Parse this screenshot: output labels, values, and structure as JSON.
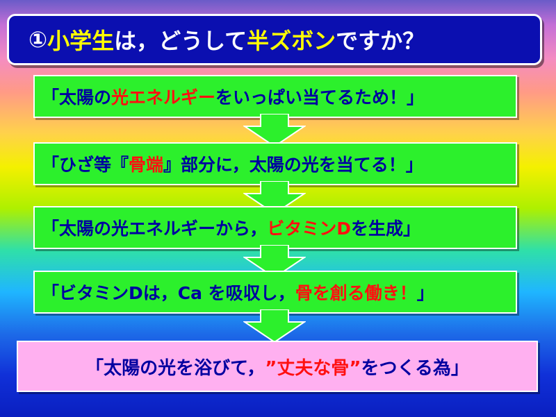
{
  "title": {
    "num": "① ",
    "a": "小学生",
    "b": "は，どうして",
    "c": "半ズボン",
    "d": "ですか？"
  },
  "steps": [
    {
      "p1": "「太陽の",
      "red": "光エネルギー",
      "p2": "をいっぱい当てるため！」"
    },
    {
      "p1": "「ひざ等『",
      "red": "骨端",
      "p2": "』部分に，太陽の光を当てる！」"
    },
    {
      "p1": "「太陽の光エネルギーから，",
      "red": "ビタミンD",
      "p2": "を生成」"
    },
    {
      "p1": "「ビタミンDは，Ca を吸収し，",
      "red": "骨を創る働き！",
      "p2": "」"
    }
  ],
  "final": {
    "p1": "「太陽の光を浴びて，",
    "red": "”丈夫な骨”",
    "p2": "をつくる為」"
  },
  "colors": {
    "title_bg": "#0b0fb0",
    "step_bg": "#2cf02c",
    "final_bg": "#ffb0f0",
    "text_blue": "#0000a0",
    "highlight_red": "#ff1010",
    "highlight_yellow": "#ffff00"
  }
}
